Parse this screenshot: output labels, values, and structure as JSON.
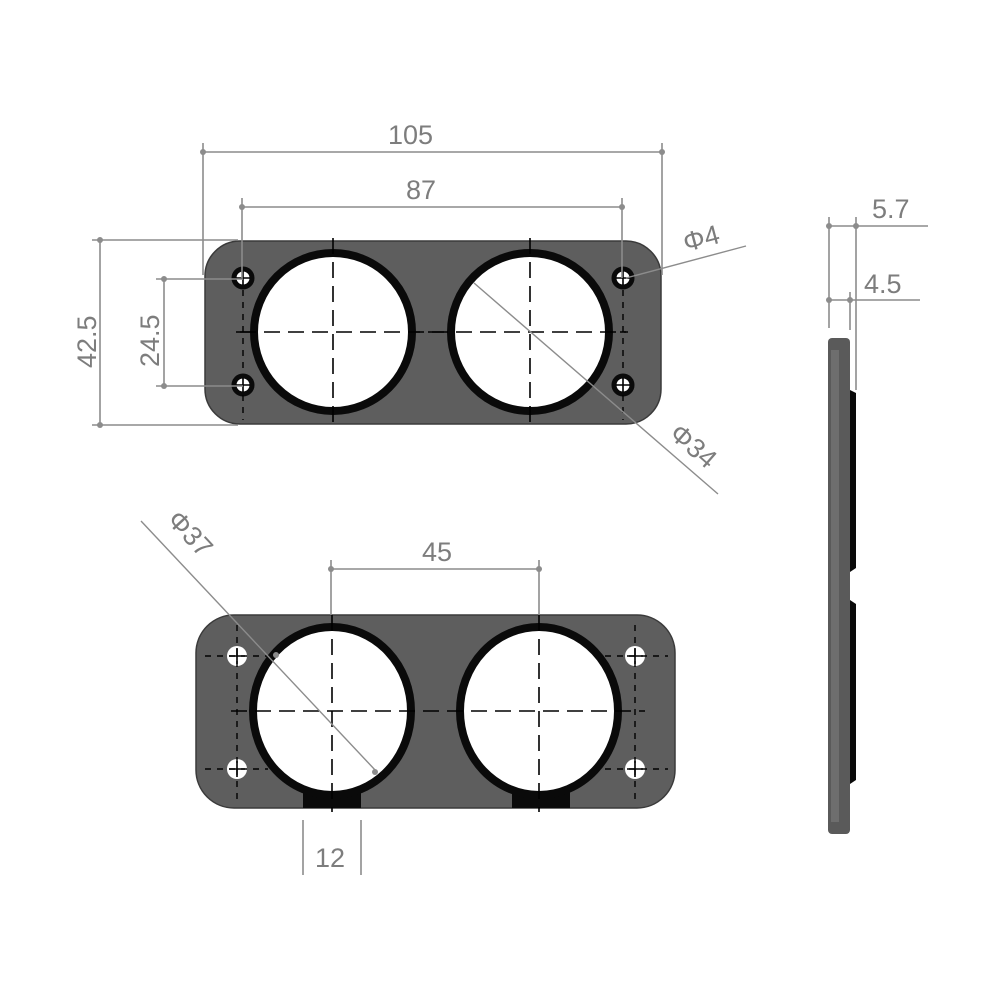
{
  "drawing": {
    "title": "Dual socket mounting panel – technical drawing",
    "units": "mm",
    "colors": {
      "plate": "#5e5e5e",
      "hole_rim": "#0a0a0a",
      "dimension": "#8c8c8c",
      "background": "#ffffff"
    },
    "front_view": {
      "dimensions": {
        "overall_width": "105",
        "hole_spacing_width": "87",
        "overall_height": "42.5",
        "hole_spacing_height": "24.5",
        "mount_hole_diameter": "Φ4",
        "socket_hole_diameter": "Φ34"
      }
    },
    "back_view": {
      "dimensions": {
        "center_spacing": "45",
        "rim_diameter": "Φ37",
        "notch_width": "12"
      }
    },
    "side_view": {
      "dimensions": {
        "total_thickness": "5.7",
        "plate_thickness": "4.5"
      }
    }
  }
}
